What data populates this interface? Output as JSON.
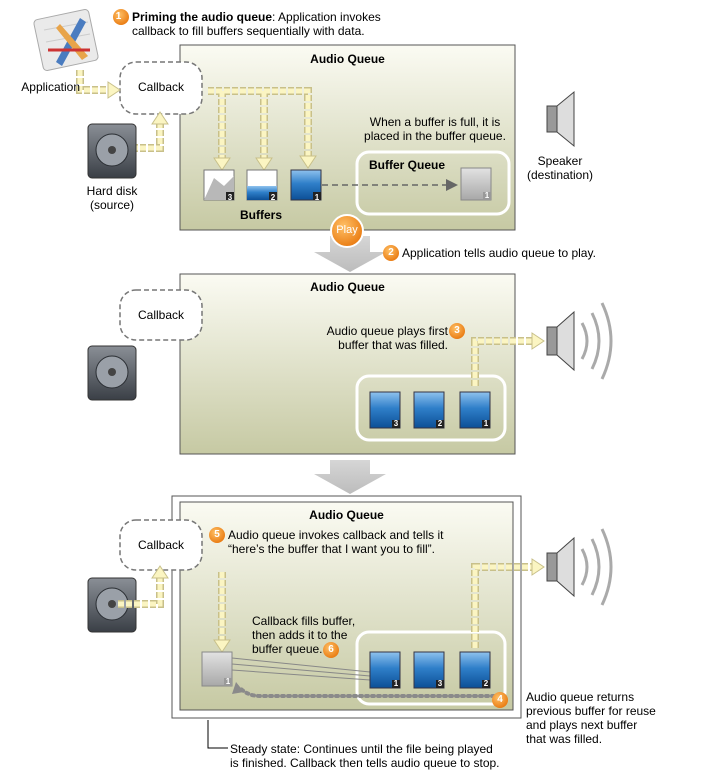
{
  "title_step1_bold": "Priming the audio queue",
  "title_step1_rest": ": Application invokes",
  "title_step1_line2": "callback to fill buffers sequentially with data.",
  "panel1": {
    "title": "Audio Queue",
    "note_line1": "When a buffer is full, it is",
    "note_line2": "placed in the buffer queue.",
    "buffer_queue_label": "Buffer Queue",
    "buffers_label": "Buffers",
    "callback_label": "Callback"
  },
  "application_label": "Application",
  "harddisk_line1": "Hard disk",
  "harddisk_line2": "(source)",
  "speaker_line1": "Speaker",
  "speaker_line2": "(destination)",
  "play_button": "Play",
  "step2_text": "Application tells audio queue to play.",
  "panel2": {
    "title": "Audio Queue",
    "callback_label": "Callback",
    "note_line1": "Audio queue plays first",
    "note_line2": "buffer that was filled."
  },
  "panel3": {
    "title": "Audio Queue",
    "callback_label": "Callback",
    "step5_line1": "Audio queue invokes callback and tells it",
    "step5_line2": "“here’s the buffer that I want you to fill”.",
    "step6_line1": "Callback fills buffer,",
    "step6_line2": "then adds it to the",
    "step6_line3": "buffer queue."
  },
  "step4_line1": "Audio queue returns",
  "step4_line2": "previous buffer for reuse",
  "step4_line3": "and plays next buffer",
  "step4_line4": "that was filled.",
  "steady_line1": "Steady state: Continues until the file being played",
  "steady_line2": "is finished. Callback then tells audio queue to stop.",
  "badges": {
    "b1": "1",
    "b2": "2",
    "b3": "3",
    "b4": "4",
    "b5": "5",
    "b6": "6"
  },
  "buffer_numbers": {
    "p1": [
      "3",
      "2",
      "1"
    ],
    "p1_queue": "1",
    "p2": [
      "3",
      "2",
      "1"
    ],
    "p3_empty": "1",
    "p3": [
      "1",
      "3",
      "2"
    ]
  },
  "colors": {
    "panel_top": "#fbfbf2",
    "panel_bottom": "#c9cca8",
    "accent_orange": "#f08a1e",
    "arrow_fill": "#fbf5c2",
    "arrow_stroke": "#c8c08a",
    "buffer_blue": "#2f7fc9",
    "empty_gray": "#c9c9c9"
  }
}
